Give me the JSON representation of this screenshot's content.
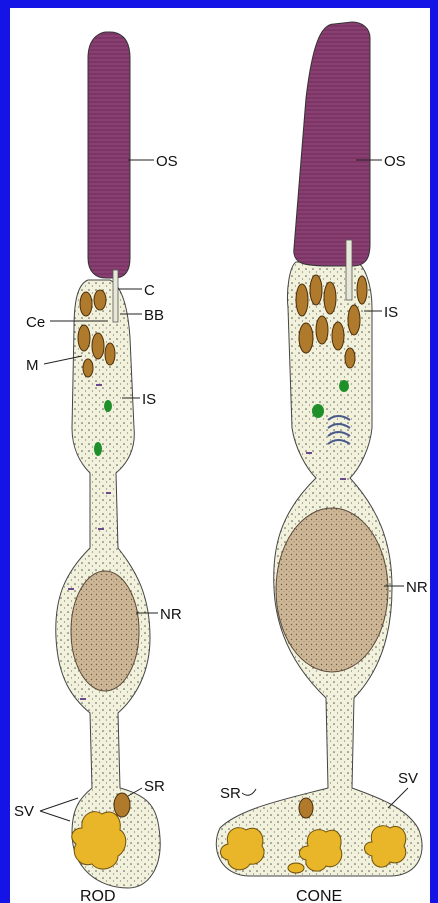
{
  "background_color": "#1414e6",
  "colors": {
    "outer_segment": "#8a3f73",
    "mitochondria": "#b07a2c",
    "cytoplasm": "#f2f2dc",
    "nucleus": "#cdb796",
    "synaptic_mass": "#e8b628",
    "organelle_green": "#1f8f2a",
    "vesicle_purple": "#6a4a8a"
  },
  "rod": {
    "caption": "ROD",
    "labels": {
      "os": "OS",
      "c": "C",
      "ce": "Ce",
      "bb": "BB",
      "m": "M",
      "is": "IS",
      "nr": "NR",
      "sr": "SR",
      "sv": "SV"
    }
  },
  "cone": {
    "caption": "CONE",
    "labels": {
      "os": "OS",
      "is": "IS",
      "nr": "NR",
      "sr": "SR",
      "sv": "SV"
    }
  }
}
